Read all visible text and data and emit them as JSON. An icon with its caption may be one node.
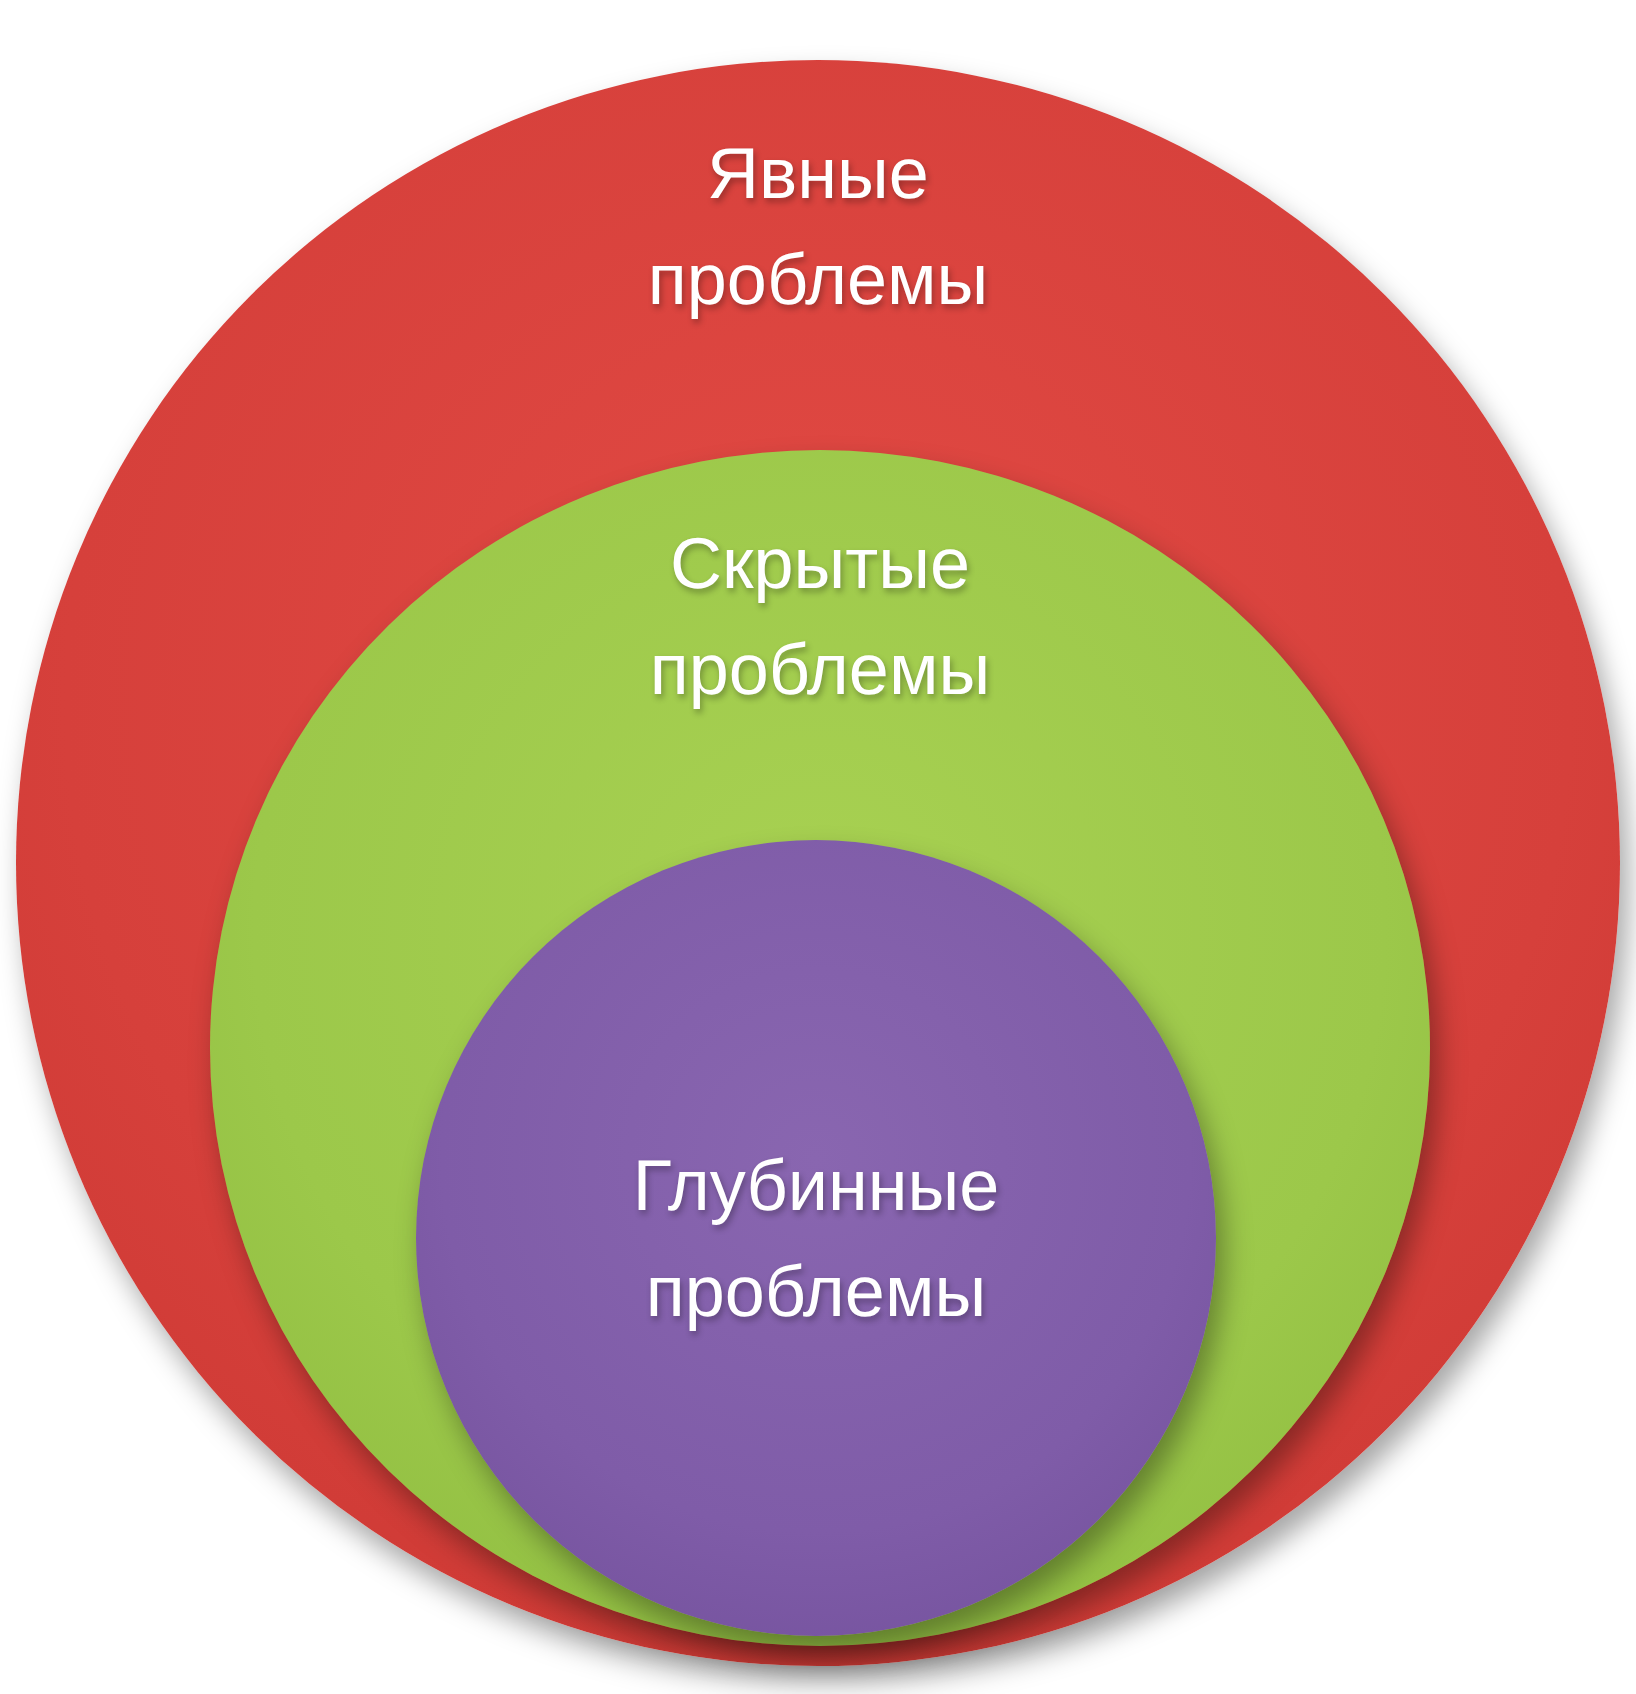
{
  "diagram": {
    "nodes": [
      {
        "text": [
          "Явные проблемы"
        ]
      },
      {
        "text": [
          "Скрытые проблемы"
        ],
        "in": 0
      },
      {
        "text": [
          "Глубинные проблемы"
        ],
        "in": 1
      }
    ]
  }
}
